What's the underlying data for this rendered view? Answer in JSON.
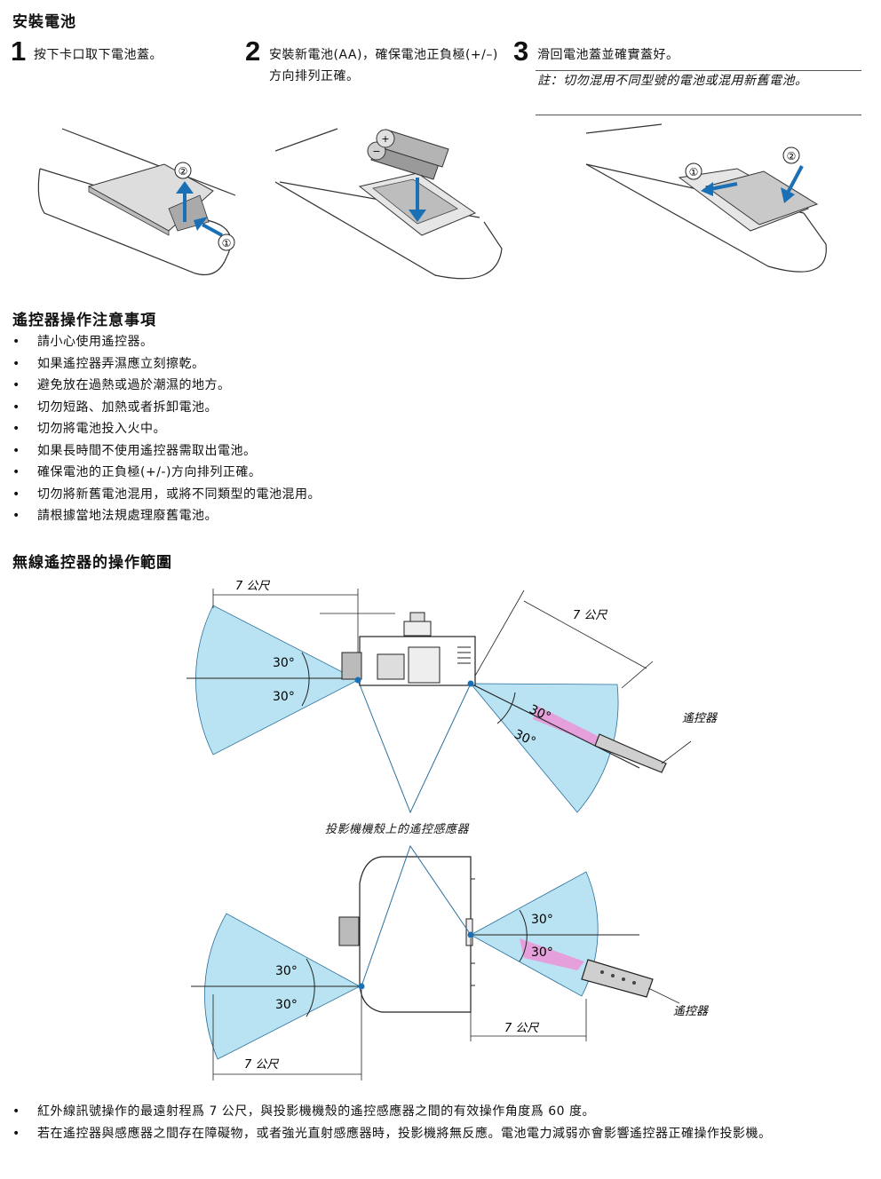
{
  "install": {
    "title": "安裝電池",
    "steps": [
      {
        "num": "1",
        "text": "按下卡口取下電池蓋。"
      },
      {
        "num": "2",
        "text": "安裝新電池(AA)，確保電池正負極(+/–)方向排列正確。"
      },
      {
        "num": "3",
        "text": "滑回電池蓋並確實蓋好。"
      }
    ],
    "note": "註：切勿混用不同型號的電池或混用新舊電池。",
    "circle_labels": [
      "①",
      "②"
    ]
  },
  "precautions": {
    "title": "遙控器操作注意事項",
    "items": [
      "請小心使用遙控器。",
      "如果遙控器弄濕應立刻擦乾。",
      "避免放在過熱或過於潮濕的地方。",
      "切勿短路、加熱或者拆卸電池。",
      "切勿將電池投入火中。",
      "如果長時間不使用遙控器需取出電池。",
      "確保電池的正負極(+/-)方向排列正確。",
      "切勿將新舊電池混用，或將不同類型的電池混用。",
      "請根據當地法規處理廢舊電池。"
    ]
  },
  "range": {
    "title": "無線遙控器的操作範圍",
    "distance_label": "7 公尺",
    "angle_label": "30°",
    "remote_label": "遙控器",
    "sensor_caption": "投影機機殼上的遙控感應器",
    "colors": {
      "cone": "#b9e3f3",
      "line": "#2a6f9a",
      "pink": "#f08ed6"
    }
  },
  "footer": {
    "items": [
      "紅外線訊號操作的最遠射程爲 7 公尺，與投影機機殼的遙控感應器之間的有效操作角度爲 60 度。",
      "若在遙控器與感應器之間存在障礙物，或者強光直射感應器時，投影機將無反應。電池電力減弱亦會影響遙控器正確操作投影機。"
    ]
  }
}
